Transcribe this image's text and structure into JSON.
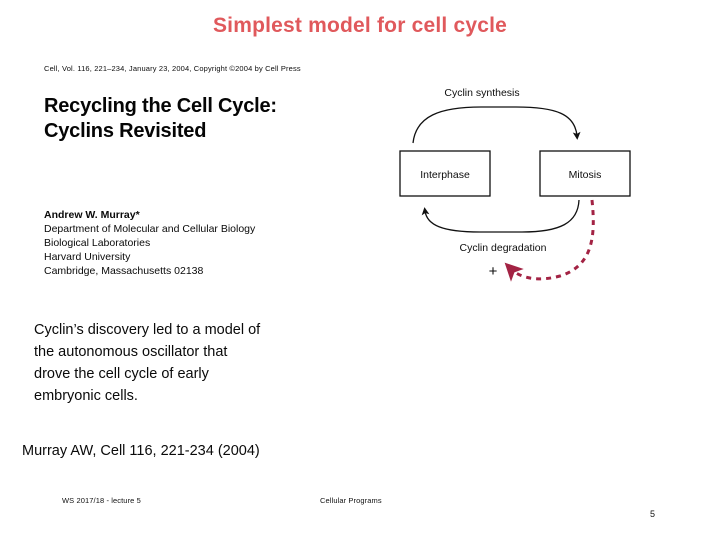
{
  "slide": {
    "title": "Simplest model for cell cycle",
    "title_color": "#e0595c",
    "background": "#ffffff"
  },
  "paper": {
    "citation": "Cell, Vol. 116, 221–234, January 23, 2004, Copyright ©2004 by Cell Press",
    "title_line1": "Recycling the Cell Cycle:",
    "title_line2": "Cyclins Revisited",
    "author": "Andrew W. Murray*",
    "affiliation_lines": [
      "Department of Molecular and Cellular Biology",
      "Biological Laboratories",
      "Harvard University",
      "Cambridge, Massachusetts 02138"
    ]
  },
  "diagram": {
    "node_interphase": "Interphase",
    "node_mitosis": "Mitosis",
    "edge_top_label": "Cyclin synthesis",
    "edge_bottom_label": "Cyclin degradation",
    "feedback_sign": "+",
    "feedback_color": "#a32344",
    "edge_color": "#111111"
  },
  "body": {
    "line1": "Cyclin’s discovery led to a model of",
    "line2": "the autonomous oscillator that",
    "line3": "drove the cell cycle of early",
    "line4": "embryonic cells."
  },
  "reference": "Murray AW,  Cell 116, 221-234 (2004)",
  "footer": {
    "left": "WS 2017/18 - lecture 5",
    "center": "Cellular Programs",
    "page": "5"
  }
}
